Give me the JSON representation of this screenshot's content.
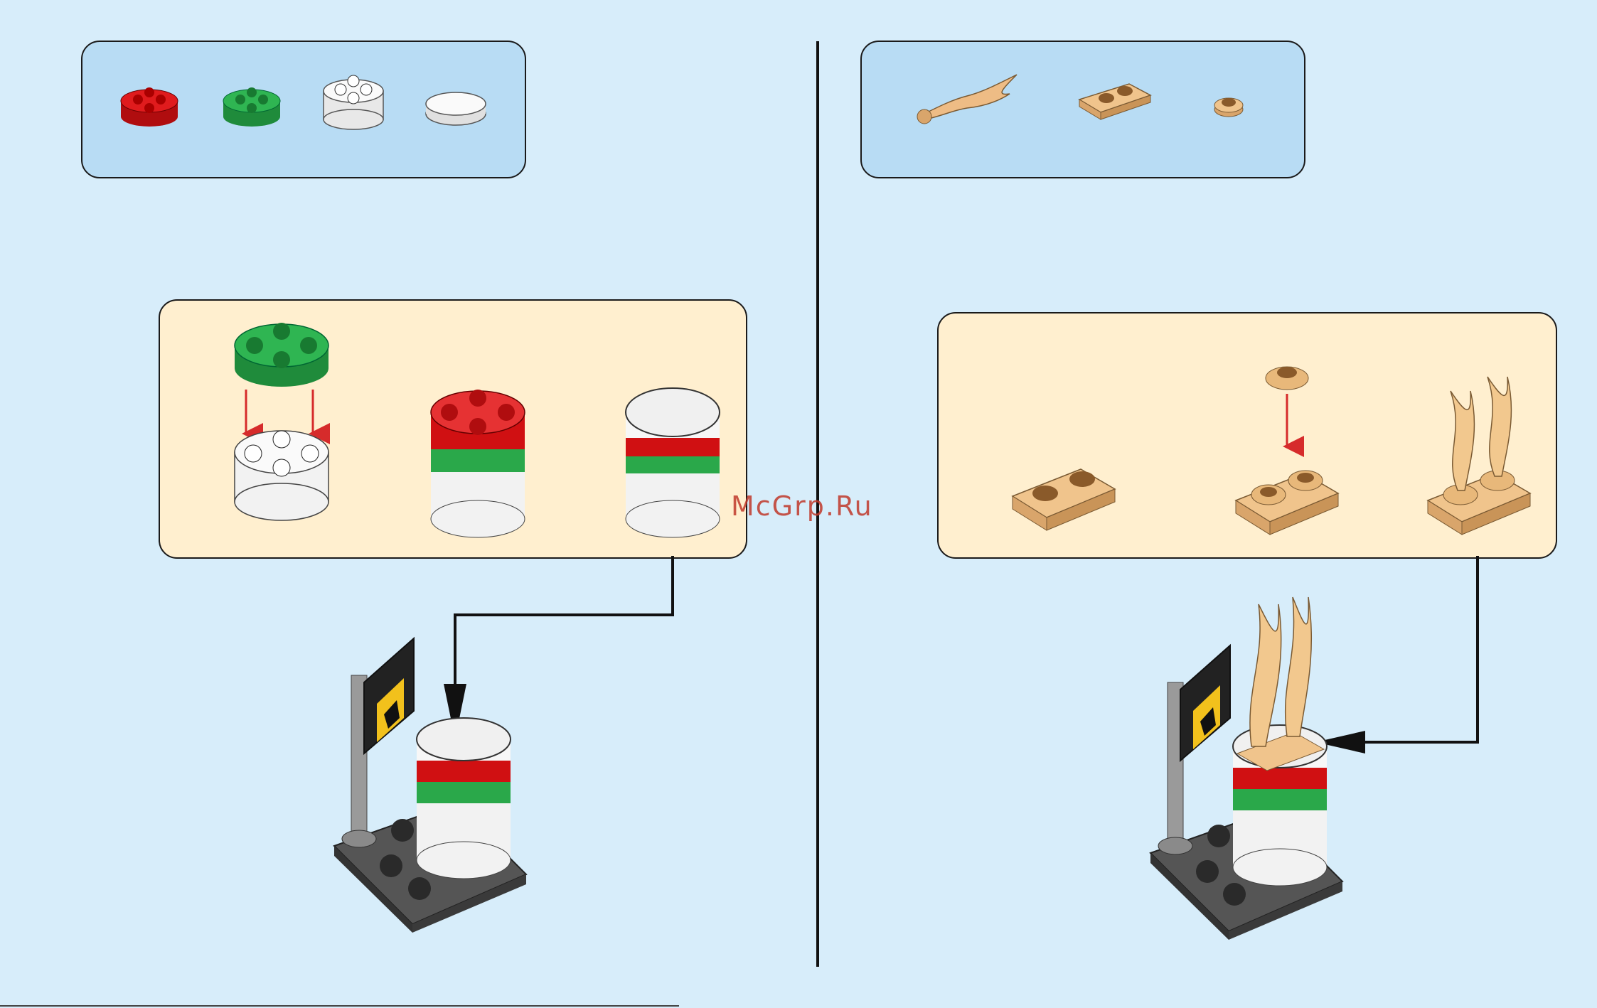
{
  "watermark": {
    "text": "McGrp.Ru"
  },
  "colors": {
    "background": "#d7edfa",
    "parts_panel": "#b8dcf4",
    "sub_panel": "#ffefcf",
    "brick_red": "#d01012",
    "brick_green": "#2aa84a",
    "brick_white": "#f4f4f4",
    "pearl_gold": "#e8b87a",
    "arrow_red": "#d62b2b"
  },
  "left_step": {
    "parts_list": [
      "red-round-brick-icon",
      "green-round-brick-icon",
      "white-round-brick-icon",
      "white-round-tile-icon"
    ],
    "sub_steps": [
      "green-onto-white",
      "red-added",
      "white-tile-top"
    ]
  },
  "right_step": {
    "parts_list": [
      "gold-flame-icon",
      "gold-plate-1x2-icon",
      "gold-round-plate-icon"
    ],
    "sub_steps": [
      "gold-plate",
      "gold-round-plate-added",
      "gold-flames-added"
    ]
  }
}
